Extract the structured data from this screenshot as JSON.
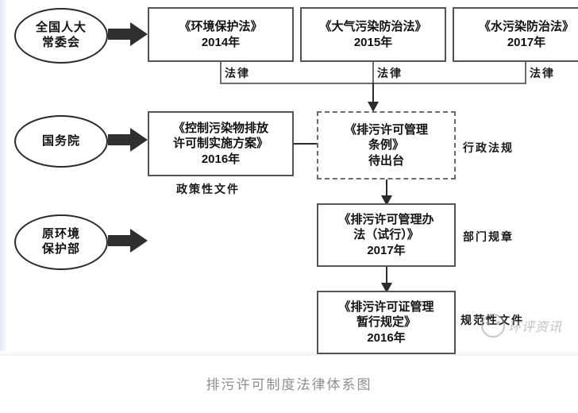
{
  "figure": {
    "caption": "排污许可制度法律体系图",
    "authorities": [
      {
        "id": "npc",
        "label_line1": "全国人大",
        "label_line2": "常委会"
      },
      {
        "id": "state-council",
        "label_line1": "国务院",
        "label_line2": ""
      },
      {
        "id": "mep",
        "label_line1": "原环境",
        "label_line2": "保护部"
      }
    ],
    "laws": [
      {
        "id": "environmental-protection-law",
        "title": "《环境保护法》",
        "year": "2014年",
        "tier_label": "法律"
      },
      {
        "id": "air-pollution-law",
        "title": "《大气污染防治法》",
        "year": "2015年",
        "tier_label": "法律"
      },
      {
        "id": "water-pollution-law",
        "title": "《水污染防治法》",
        "year": "2017年",
        "tier_label": "法律"
      }
    ],
    "policy_document": {
      "id": "emission-permit-implementation-plan",
      "line1": "《控制污染物排放",
      "line2": "许可制实施方案》",
      "year": "2016年",
      "tier_label": "政策性文件"
    },
    "regulation": {
      "id": "emission-permit-regulation",
      "line1": "《排污许可管理",
      "line2": "条例》",
      "status": "待出台",
      "tier_label": "行政法规"
    },
    "department_rule": {
      "id": "emission-permit-measures-trial",
      "line1": "《排污许可管理办",
      "line2": "法（试行）》",
      "year": "2017年",
      "tier_label": "部门规章"
    },
    "normative_document": {
      "id": "emission-permit-interim-provisions",
      "line1": "《排污许可证管理",
      "line2": "暂行规定》",
      "year": "2016年",
      "tier_label": "规范性文件"
    },
    "watermark": {
      "text": "环评资讯",
      "logo": "panda-logo-icon"
    },
    "colors": {
      "box_border": "#555555",
      "dashed_border": "#6c6c6c",
      "ellipse_border": "#2b2b2b",
      "connector": "#6d6d6d",
      "arrow_fill": "#2f2f2f",
      "caption_text": "#8a8f96",
      "background": "#ffffff"
    }
  }
}
